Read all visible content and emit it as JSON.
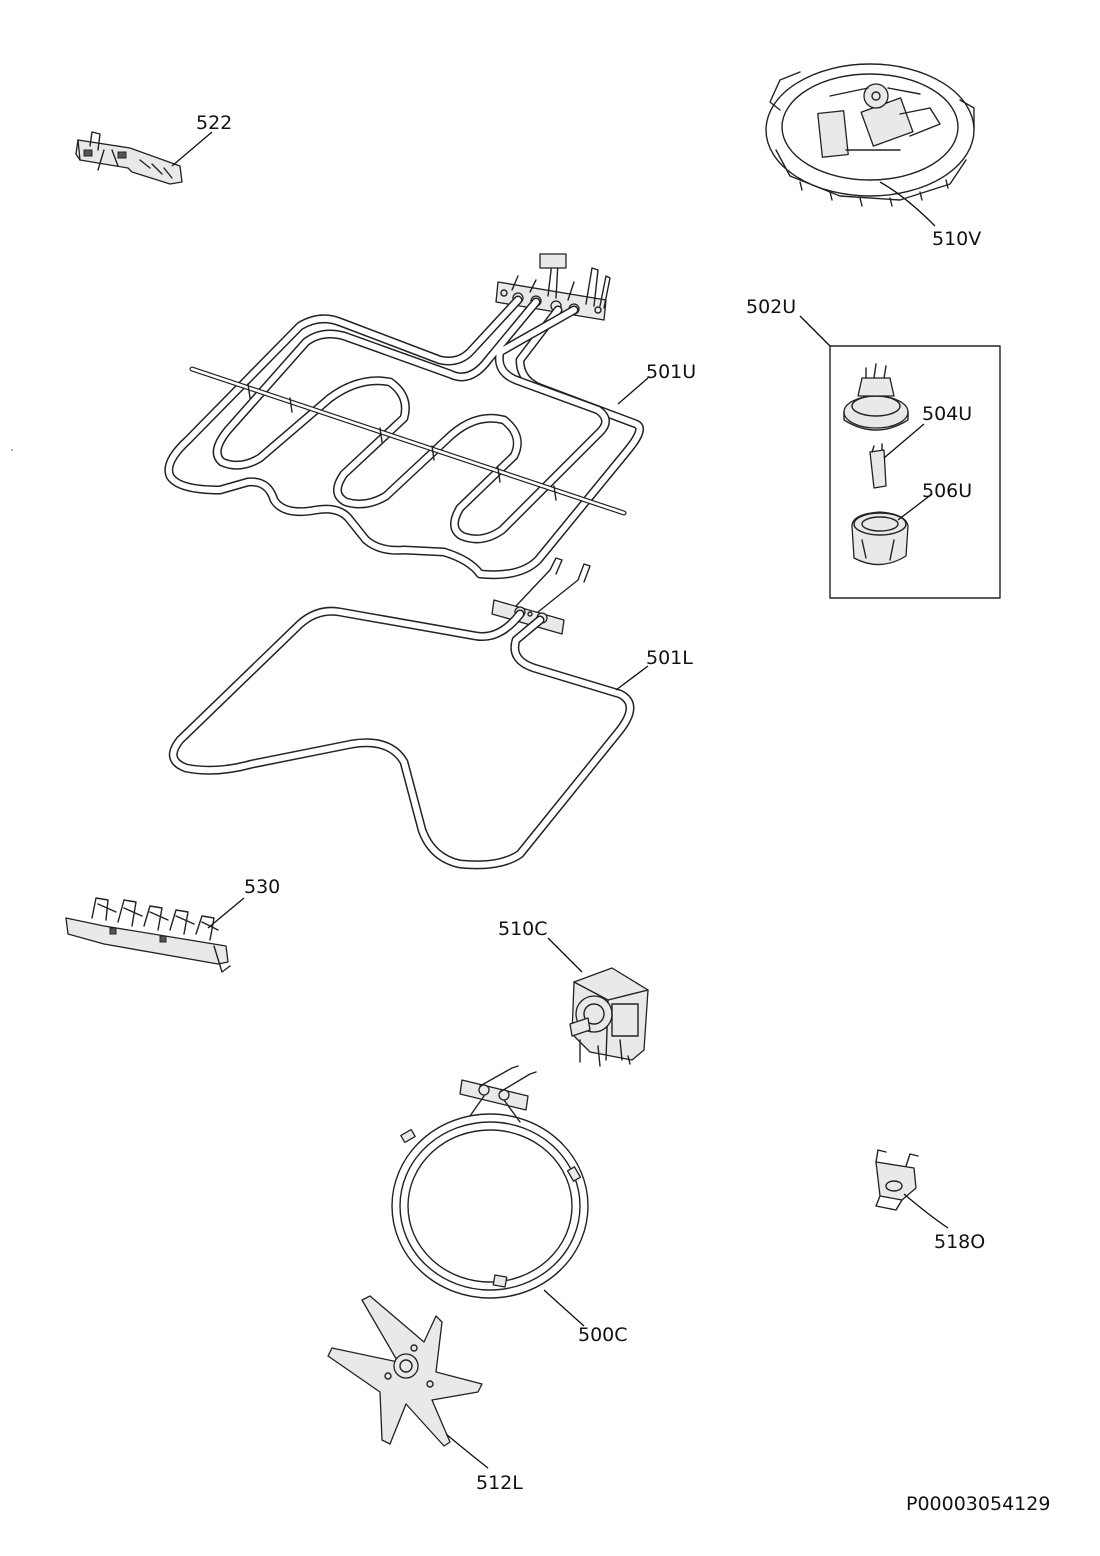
{
  "parts": [
    {
      "id": "522",
      "label": "522"
    },
    {
      "id": "510V",
      "label": "510V"
    },
    {
      "id": "502U",
      "label": "502U"
    },
    {
      "id": "504U",
      "label": "504U"
    },
    {
      "id": "506U",
      "label": "506U"
    },
    {
      "id": "501U",
      "label": "501U"
    },
    {
      "id": "501L",
      "label": "501L"
    },
    {
      "id": "530",
      "label": "530"
    },
    {
      "id": "510C",
      "label": "510C"
    },
    {
      "id": "518O",
      "label": "518O"
    },
    {
      "id": "500C",
      "label": "500C"
    },
    {
      "id": "512L",
      "label": "512L"
    }
  ],
  "diagram_code": "P00003054129"
}
